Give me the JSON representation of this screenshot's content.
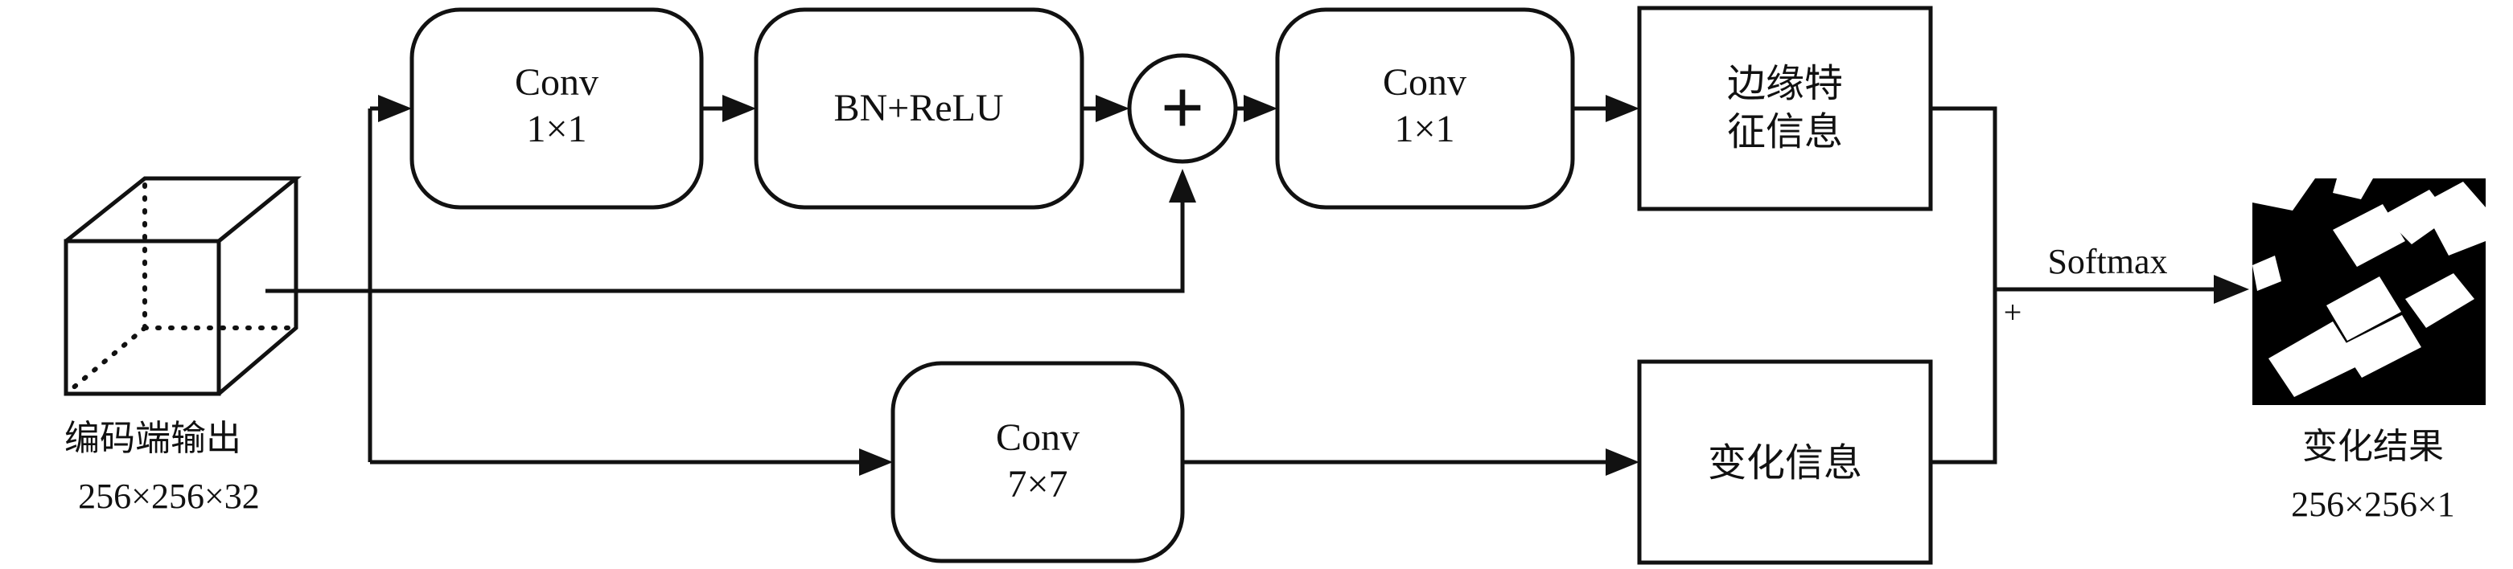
{
  "blocks": {
    "conv1a": {
      "line1": "Conv",
      "line2": "1×1"
    },
    "bn_relu": {
      "label": "BN+ReLU"
    },
    "add_symbol": "+",
    "conv1b": {
      "line1": "Conv",
      "line2": "1×1"
    },
    "edge_feature": {
      "line1": "边缘特",
      "line2": "征信息"
    },
    "conv7": {
      "line1": "Conv",
      "line2": "7×7"
    },
    "change_info": {
      "label": "变化信息"
    }
  },
  "input": {
    "label": "编码端输出",
    "shape": "256×256×32"
  },
  "output": {
    "label": "变化结果",
    "shape": "256×256×1"
  },
  "edges": {
    "softmax_label": "Softmax",
    "merge_plus": "+"
  },
  "colors": {
    "stroke": "#111111",
    "background": "#ffffff"
  }
}
